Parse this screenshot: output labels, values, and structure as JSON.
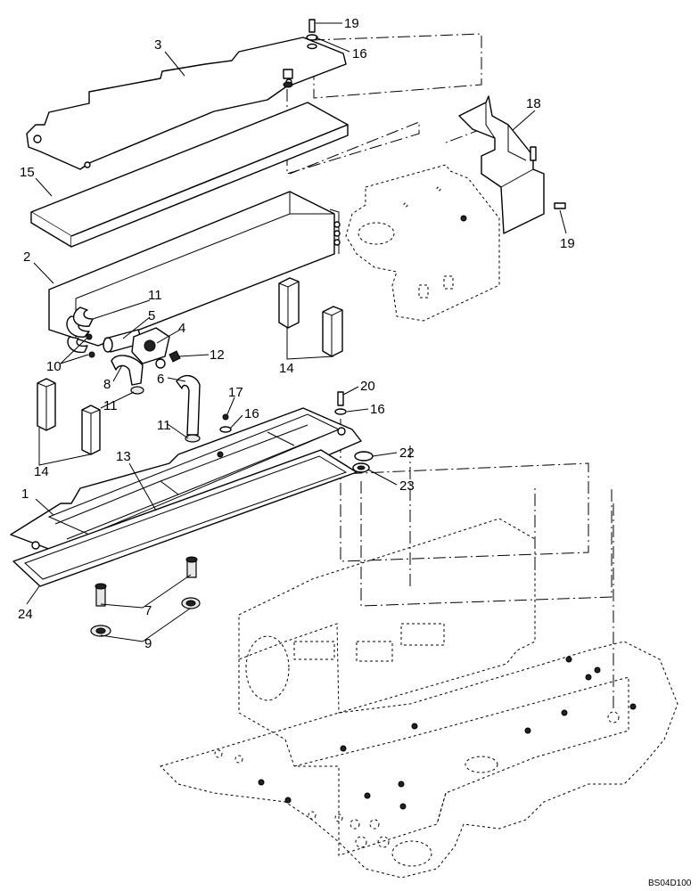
{
  "callouts": {
    "c1": "1",
    "c2": "2",
    "c3": "3",
    "c4": "4",
    "c5": "5",
    "c6": "6",
    "c7": "7",
    "c8": "8",
    "c9": "9",
    "c10": "10",
    "c11a": "11",
    "c11b": "11",
    "c11c": "11",
    "c12": "12",
    "c13": "13",
    "c14a": "14",
    "c14b": "14",
    "c15": "15",
    "c16a": "16",
    "c16b": "16",
    "c16c": "16",
    "c17": "17",
    "c18": "18",
    "c19a": "19",
    "c19b": "19",
    "c20": "20",
    "c22": "22",
    "c23": "23",
    "c24": "24"
  },
  "drawing_code": "BS04D100"
}
